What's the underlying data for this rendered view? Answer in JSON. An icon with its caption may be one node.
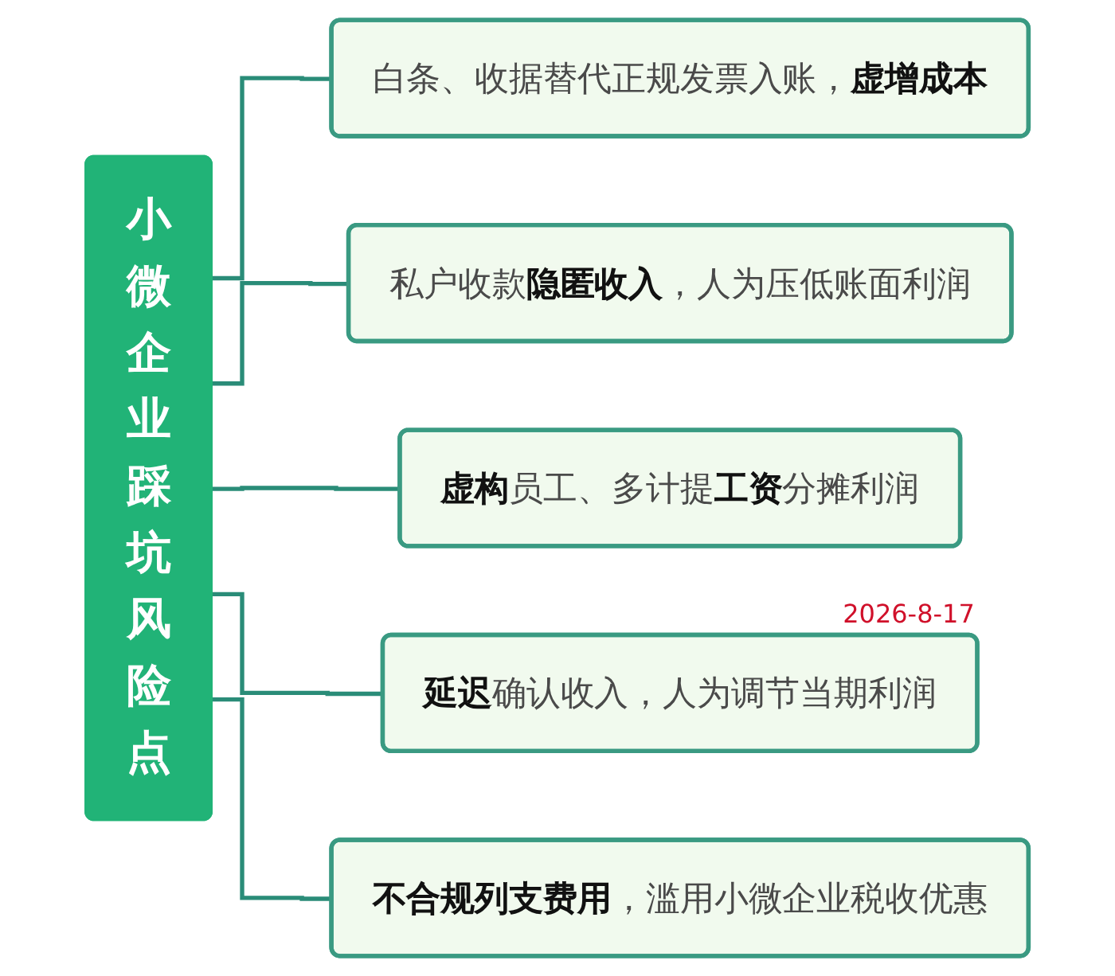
{
  "diagram": {
    "nodes": [
      {
        "text": [
          "小微企业踩坑风险点"
        ]
      },
      {
        "text": [
          "白条、收据替代正规发票入账，**虚增成本**"
        ]
      },
      {
        "text": [
          "私户收款**隐匿收入**，人为压低账面利润"
        ]
      },
      {
        "text": [
          "**虚构**员工、多计提**工资**分摊利润"
        ]
      },
      {
        "text": [
          "**延迟**确认收入，人为调节当期利润"
        ]
      },
      {
        "text": [
          "**不合规列支费用**，滥用小微企业税收优惠"
        ]
      }
    ],
    "edges": [
      {
        "from": 0,
        "to": 1,
        "arrow": "none"
      },
      {
        "from": 0,
        "to": 2,
        "arrow": "none"
      },
      {
        "from": 0,
        "to": 3,
        "arrow": "none"
      },
      {
        "from": 0,
        "to": 4,
        "arrow": "none"
      },
      {
        "from": 0,
        "to": 5,
        "arrow": "none"
      }
    ],
    "labels": [
      "2026-8-17"
    ]
  }
}
